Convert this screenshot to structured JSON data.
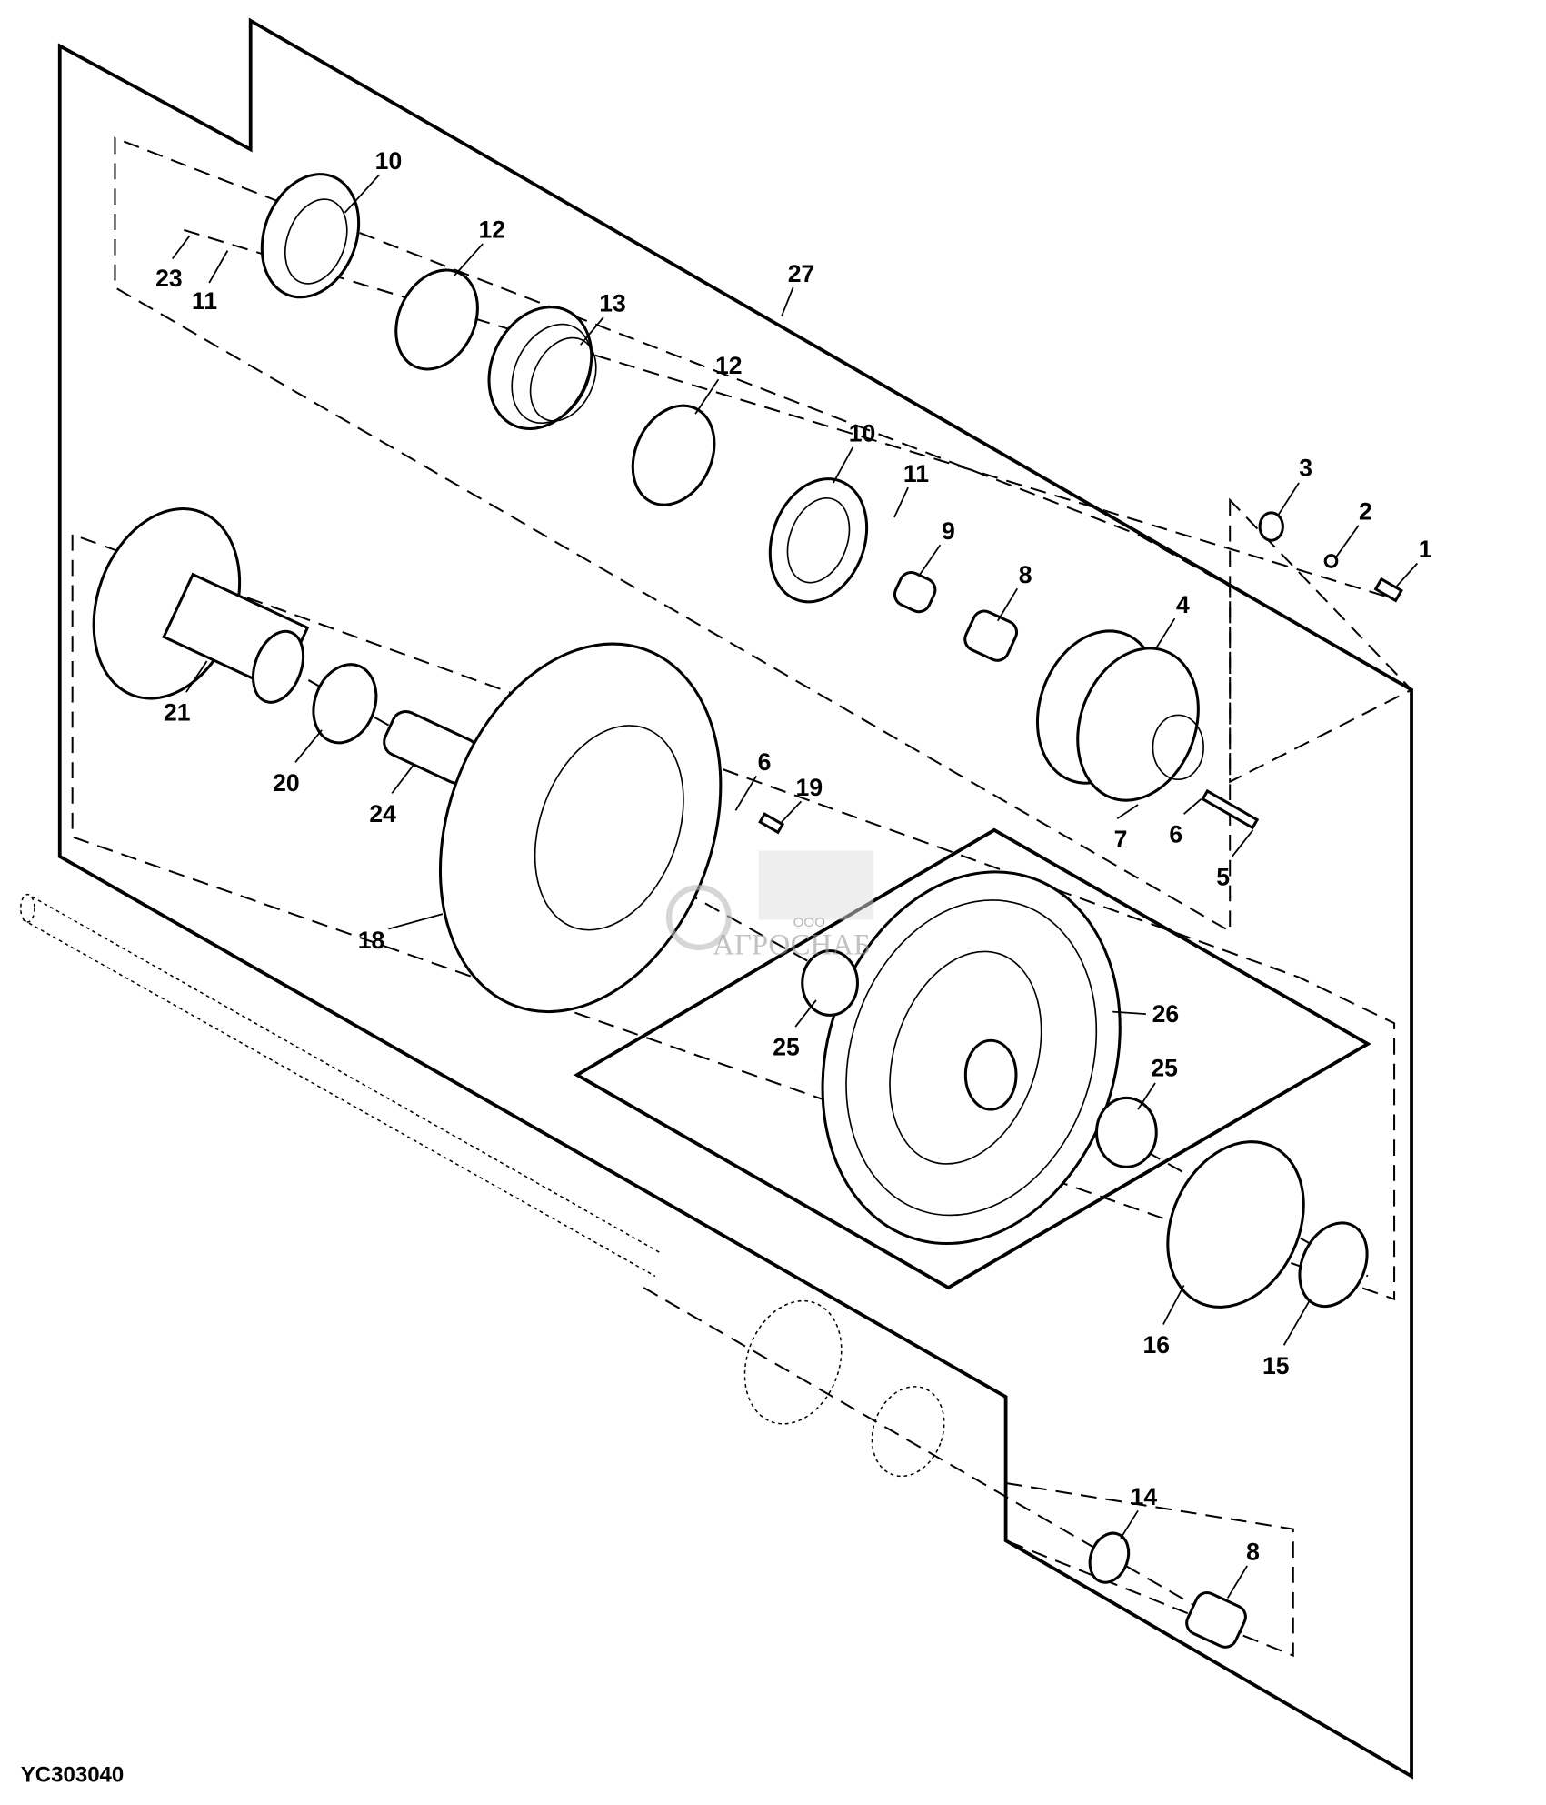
{
  "figure_code": "YC303040",
  "watermark": {
    "prefix": "ООО",
    "name": "АГРОСНАБ"
  },
  "callouts": [
    "10",
    "12",
    "27",
    "23",
    "11",
    "13",
    "12",
    "10",
    "11",
    "3",
    "9",
    "2",
    "1",
    "8",
    "4",
    "21",
    "6",
    "19",
    "20",
    "24",
    "7",
    "6",
    "5",
    "18",
    "26",
    "25",
    "25",
    "16",
    "15",
    "14",
    "8"
  ]
}
